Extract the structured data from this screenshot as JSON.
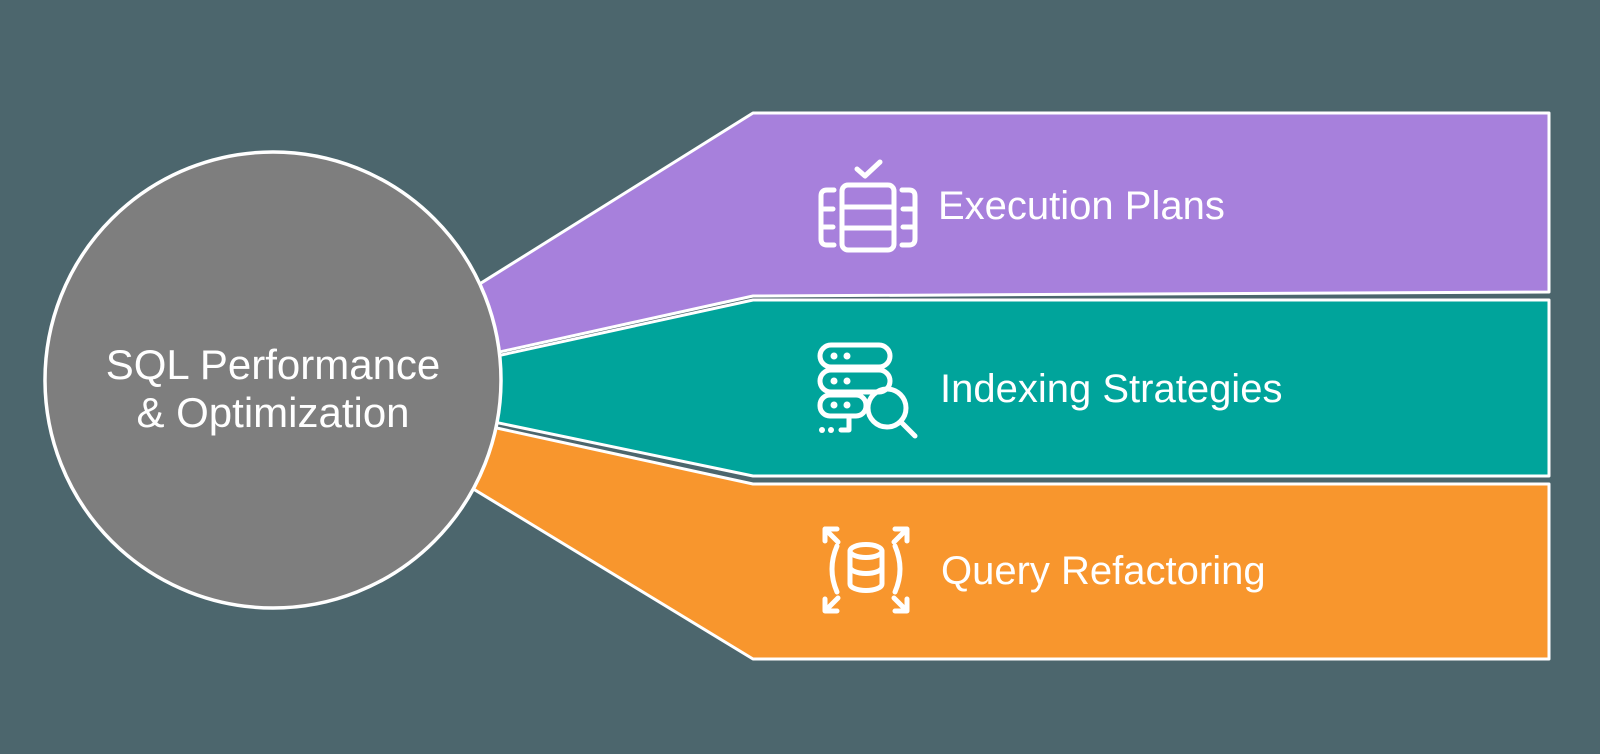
{
  "canvas": {
    "background_color": "#4c666d"
  },
  "hub": {
    "title_line1": "SQL Performance",
    "title_line2": "& Optimization",
    "fill_color": "#7e7e7e",
    "border_color": "#ffffff"
  },
  "branches": [
    {
      "label": "Execution Plans",
      "color": "#a780dc",
      "icon": "table-check-icon"
    },
    {
      "label": "Indexing Strategies",
      "color": "#00a49b",
      "icon": "server-search-icon"
    },
    {
      "label": "Query Refactoring",
      "color": "#f8962d",
      "icon": "database-expand-icon"
    }
  ],
  "text_color": "#ffffff"
}
